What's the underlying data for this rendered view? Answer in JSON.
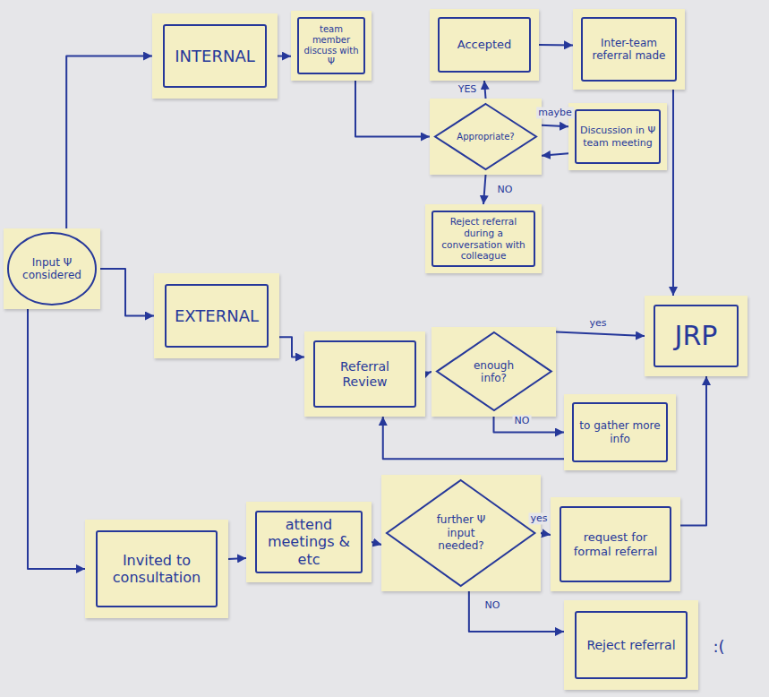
{
  "diagram": {
    "nodes": [
      {
        "text": [
          "Input Ψ considered"
        ]
      },
      {
        "text": [
          "INTERNAL"
        ]
      },
      {
        "text": [
          "team member discuss with Ψ"
        ]
      },
      {
        "text": [
          "Accepted"
        ]
      },
      {
        "text": [
          "Inter-team referral made"
        ]
      },
      {
        "text": [
          "Appropriate?"
        ]
      },
      {
        "text": [
          "Discussion in Ψ team meeting"
        ]
      },
      {
        "text": [
          "Reject referral during a conversation with colleague"
        ]
      },
      {
        "text": [
          "EXTERNAL"
        ]
      },
      {
        "text": [
          "Referral Review"
        ]
      },
      {
        "text": [
          "enough info?"
        ]
      },
      {
        "text": [
          "JRP"
        ]
      },
      {
        "text": [
          "to gather more info"
        ]
      },
      {
        "text": [
          "Invited to consultation"
        ]
      },
      {
        "text": [
          "attend meetings & etc"
        ]
      },
      {
        "text": [
          "further Ψ input needed?"
        ]
      },
      {
        "text": [
          "request for formal referral"
        ]
      },
      {
        "text": [
          "Reject referral"
        ]
      }
    ],
    "edges": [
      {
        "from": 0,
        "to": 1,
        "arrow": "to"
      },
      {
        "from": 0,
        "to": 8,
        "arrow": "to"
      },
      {
        "from": 0,
        "to": 13,
        "arrow": "to"
      },
      {
        "from": 1,
        "to": 2,
        "arrow": "to"
      },
      {
        "from": 2,
        "to": 5,
        "arrow": "to"
      },
      {
        "from": 5,
        "to": 3,
        "label": "YES",
        "arrow": "to"
      },
      {
        "from": 5,
        "to": 6,
        "label": "maybe",
        "arrow": "to"
      },
      {
        "from": 6,
        "to": 5,
        "arrow": "to"
      },
      {
        "from": 5,
        "to": 7,
        "label": "NO",
        "arrow": "to"
      },
      {
        "from": 3,
        "to": 4,
        "arrow": "to"
      },
      {
        "from": 4,
        "to": 11,
        "arrow": "to"
      },
      {
        "from": 8,
        "to": 9,
        "arrow": "to"
      },
      {
        "from": 9,
        "to": 10,
        "arrow": "to"
      },
      {
        "from": 10,
        "to": 11,
        "label": "yes",
        "arrow": "to"
      },
      {
        "from": 10,
        "to": 12,
        "label": "NO",
        "arrow": "to"
      },
      {
        "from": 12,
        "to": 9,
        "arrow": "to"
      },
      {
        "from": 13,
        "to": 14,
        "arrow": "to"
      },
      {
        "from": 14,
        "to": 15,
        "arrow": "to"
      },
      {
        "from": 15,
        "to": 16,
        "label": "yes",
        "arrow": "to"
      },
      {
        "from": 16,
        "to": 11,
        "arrow": "to"
      },
      {
        "from": 15,
        "to": 17,
        "label": "NO",
        "arrow": "to"
      }
    ],
    "labels": [
      ":("
    ]
  }
}
